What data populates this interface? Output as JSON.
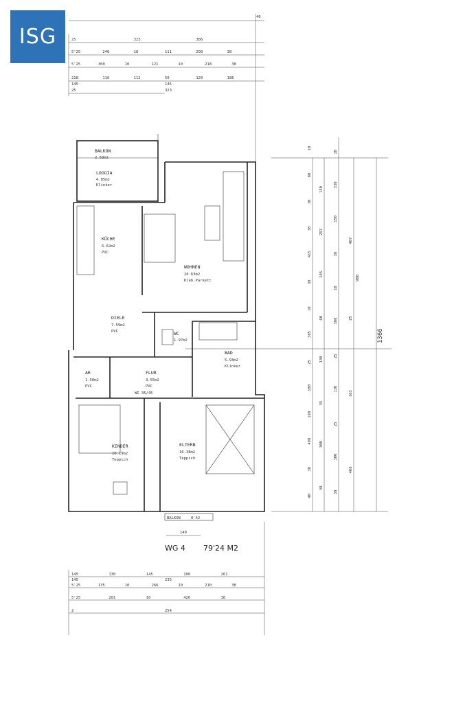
{
  "logo": {
    "text": "ISG",
    "color": "#2e73b8"
  },
  "unit": {
    "name": "WG 4",
    "area": "79'24 M2"
  },
  "rooms": [
    {
      "id": "balkon",
      "name": "BALKON",
      "area": "2.58m2",
      "floor": ""
    },
    {
      "id": "loggia",
      "name": "LOGGIA",
      "area": "4.85m2",
      "floor": "Klinker"
    },
    {
      "id": "kueche",
      "name": "KÜCHE",
      "area": "6.62m2",
      "floor": "PVC"
    },
    {
      "id": "wohnen",
      "name": "WOHNEN",
      "area": "20.63m2",
      "floor": "Kleb.Parkett"
    },
    {
      "id": "diele",
      "name": "DIELE",
      "area": "7.59m2",
      "floor": "PVC"
    },
    {
      "id": "wc",
      "name": "WC",
      "area": "1.97m2",
      "floor": ""
    },
    {
      "id": "bad",
      "name": "BAD",
      "area": "5.93m2",
      "floor": "Klinker"
    },
    {
      "id": "ar",
      "name": "AR",
      "area": "1.50m2",
      "floor": "PVC"
    },
    {
      "id": "flur",
      "name": "FLUR",
      "area": "3.55m2",
      "floor": "PVC"
    },
    {
      "id": "kinder",
      "name": "KINDER",
      "area": "10.19m2",
      "floor": "Teppich"
    },
    {
      "id": "eltern",
      "name": "ELTERN",
      "area": "16.38m2",
      "floor": "Teppich"
    }
  ],
  "labels": {
    "balkon_bottom": "BALKON",
    "balkon_bottom_val": "0'42",
    "width_140": "140",
    "total_1366": "1366",
    "total_900": "900",
    "top_40": "40",
    "wi": "WI 35/45"
  },
  "dims_top": [
    [
      "25",
      "323",
      "386"
    ],
    [
      "5'25",
      "240",
      "18",
      "111",
      "200",
      "38"
    ],
    [
      "5'25",
      "300",
      "10",
      "121",
      "10",
      "218",
      "38"
    ],
    [
      "218",
      "110",
      "112",
      "50",
      "120",
      "186"
    ],
    [
      "145",
      "145"
    ],
    [
      "25",
      "323"
    ]
  ],
  "dims_bottom": [
    [
      "145",
      "130",
      "145",
      "100",
      "261"
    ],
    [
      "145",
      "235"
    ],
    [
      "5'25",
      "135",
      "10",
      "266",
      "10",
      "210",
      "38"
    ],
    [
      "5'25",
      "281",
      "10",
      "420",
      "38"
    ],
    [
      "2",
      "254"
    ]
  ],
  "dims_right_1": [
    "10",
    "80",
    "10",
    "38",
    "415",
    "38",
    "10",
    "385",
    "25",
    "180",
    "190",
    "498",
    "38",
    "40"
  ],
  "dims_right_2": [
    "150",
    "297",
    "145",
    "60",
    "130",
    "35",
    "300",
    "38"
  ],
  "dims_right_3": [
    "10",
    "330",
    "150",
    "38",
    "10",
    "388",
    "25",
    "130",
    "25",
    "300",
    "38"
  ],
  "dims_right_4": [
    "407",
    "25",
    "163",
    "468"
  ]
}
